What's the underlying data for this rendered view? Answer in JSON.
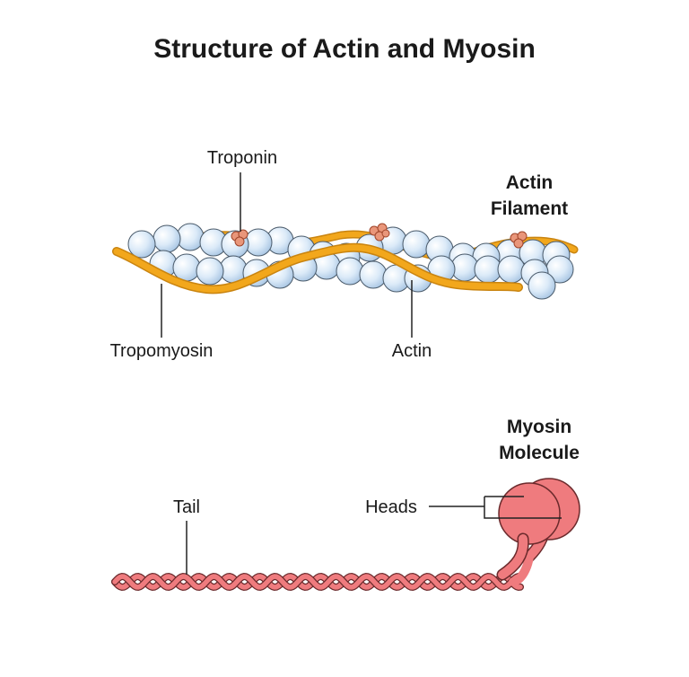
{
  "title": "Structure of Actin and Myosin",
  "actin_section": {
    "heading_line1": "Actin",
    "heading_line2": "Filament",
    "labels": {
      "troponin": "Troponin",
      "tropomyosin": "Tropomyosin",
      "actin": "Actin"
    }
  },
  "myosin_section": {
    "heading_line1": "Myosin",
    "heading_line2": "Molecule",
    "labels": {
      "tail": "Tail",
      "heads": "Heads"
    }
  },
  "colors": {
    "actin_bead_fill": "#dbeaf8",
    "actin_bead_stroke": "#4a5a6a",
    "tropomyosin": "#f2a71c",
    "troponin": "#e9967a",
    "myosin": "#ef7b7e",
    "myosin_stroke": "#6b2a2c"
  }
}
